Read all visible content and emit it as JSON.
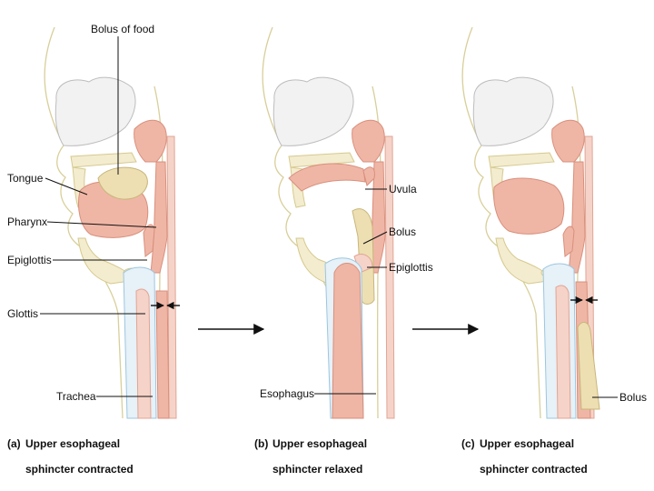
{
  "panels": [
    {
      "letter": "(a)",
      "caption_line1": "Upper esophageal",
      "caption_line2": "sphincter contracted",
      "labels": {
        "bolus_of_food": "Bolus of food",
        "tongue": "Tongue",
        "pharynx": "Pharynx",
        "epiglottis": "Epiglottis",
        "glottis": "Glottis",
        "trachea": "Trachea"
      }
    },
    {
      "letter": "(b)",
      "caption_line1": "Upper esophageal",
      "caption_line2": "sphincter relaxed",
      "labels": {
        "uvula": "Uvula",
        "bolus": "Bolus",
        "epiglottis": "Epiglottis",
        "esophagus": "Esophagus"
      }
    },
    {
      "letter": "(c)",
      "caption_line1": "Upper esophageal",
      "caption_line2": "sphincter contracted",
      "labels": {
        "bolus": "Bolus"
      }
    }
  ],
  "colors": {
    "soft_tissue": "#efb6a6",
    "bolus": "#eddfb2",
    "airway": "#e6f1f8",
    "skull": "#f2f2f2"
  }
}
